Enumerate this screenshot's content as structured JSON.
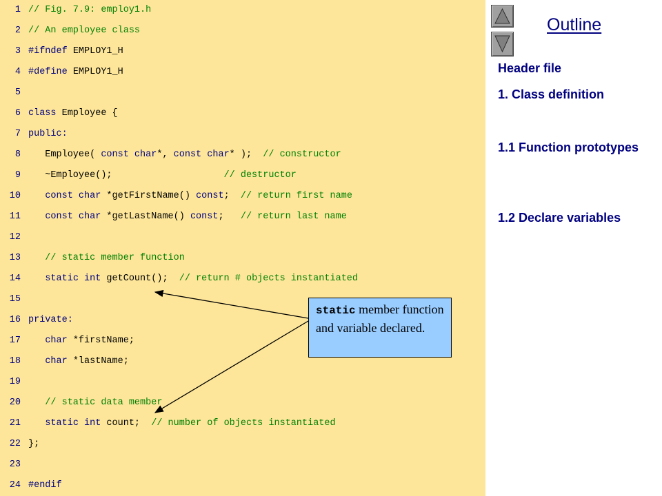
{
  "code": {
    "lines": [
      {
        "num": "1",
        "segments": [
          {
            "t": "// Fig. 7.9: employ1.h",
            "k": "comment"
          }
        ]
      },
      {
        "num": "2",
        "segments": [
          {
            "t": "// An employee class",
            "k": "comment"
          }
        ]
      },
      {
        "num": "3",
        "segments": [
          {
            "t": "#ifndef ",
            "k": "keyword"
          },
          {
            "t": "EMPLOY1_H",
            "k": "plain"
          }
        ]
      },
      {
        "num": "4",
        "segments": [
          {
            "t": "#define ",
            "k": "keyword"
          },
          {
            "t": "EMPLOY1_H",
            "k": "plain"
          }
        ]
      },
      {
        "num": "5",
        "segments": []
      },
      {
        "num": "6",
        "segments": [
          {
            "t": "class ",
            "k": "keyword"
          },
          {
            "t": "Employee {",
            "k": "plain"
          }
        ]
      },
      {
        "num": "7",
        "segments": [
          {
            "t": "public:",
            "k": "keyword"
          }
        ]
      },
      {
        "num": "8",
        "segments": [
          {
            "t": "   Employee( ",
            "k": "plain"
          },
          {
            "t": "const char",
            "k": "keyword"
          },
          {
            "t": "*, ",
            "k": "plain"
          },
          {
            "t": "const char",
            "k": "keyword"
          },
          {
            "t": "* );  ",
            "k": "plain"
          },
          {
            "t": "// constructor",
            "k": "comment"
          }
        ]
      },
      {
        "num": "9",
        "segments": [
          {
            "t": "   ~Employee();                    ",
            "k": "plain"
          },
          {
            "t": "// destructor",
            "k": "comment"
          }
        ]
      },
      {
        "num": "10",
        "segments": [
          {
            "t": "   ",
            "k": "plain"
          },
          {
            "t": "const char",
            "k": "keyword"
          },
          {
            "t": " *getFirstName() ",
            "k": "plain"
          },
          {
            "t": "const",
            "k": "keyword"
          },
          {
            "t": ";  ",
            "k": "plain"
          },
          {
            "t": "// return first name",
            "k": "comment"
          }
        ]
      },
      {
        "num": "11",
        "segments": [
          {
            "t": "   ",
            "k": "plain"
          },
          {
            "t": "const char",
            "k": "keyword"
          },
          {
            "t": " *getLastName() ",
            "k": "plain"
          },
          {
            "t": "const",
            "k": "keyword"
          },
          {
            "t": ";   ",
            "k": "plain"
          },
          {
            "t": "// return last name",
            "k": "comment"
          }
        ]
      },
      {
        "num": "12",
        "segments": []
      },
      {
        "num": "13",
        "segments": [
          {
            "t": "   // static member function",
            "k": "comment"
          }
        ]
      },
      {
        "num": "14",
        "segments": [
          {
            "t": "   ",
            "k": "plain"
          },
          {
            "t": "static int",
            "k": "keyword"
          },
          {
            "t": " getCount();  ",
            "k": "plain"
          },
          {
            "t": "// return # objects instantiated",
            "k": "comment"
          }
        ]
      },
      {
        "num": "15",
        "segments": []
      },
      {
        "num": "16",
        "segments": [
          {
            "t": "private:",
            "k": "keyword"
          }
        ]
      },
      {
        "num": "17",
        "segments": [
          {
            "t": "   ",
            "k": "plain"
          },
          {
            "t": "char",
            "k": "keyword"
          },
          {
            "t": " *firstName;",
            "k": "plain"
          }
        ]
      },
      {
        "num": "18",
        "segments": [
          {
            "t": "   ",
            "k": "plain"
          },
          {
            "t": "char",
            "k": "keyword"
          },
          {
            "t": " *lastName;",
            "k": "plain"
          }
        ]
      },
      {
        "num": "19",
        "segments": []
      },
      {
        "num": "20",
        "segments": [
          {
            "t": "   // static data member",
            "k": "comment"
          }
        ]
      },
      {
        "num": "21",
        "segments": [
          {
            "t": "   ",
            "k": "plain"
          },
          {
            "t": "static int",
            "k": "keyword"
          },
          {
            "t": " count;  ",
            "k": "plain"
          },
          {
            "t": "// number of objects instantiated",
            "k": "comment"
          }
        ]
      },
      {
        "num": "22",
        "segments": [
          {
            "t": "};",
            "k": "plain"
          }
        ]
      },
      {
        "num": "23",
        "segments": []
      },
      {
        "num": "24",
        "segments": [
          {
            "t": "#endif",
            "k": "keyword"
          }
        ]
      }
    ]
  },
  "callout": {
    "keyword": "static",
    "text": " member function and variable declared."
  },
  "outline": {
    "title": "Outline",
    "items": [
      "Header file",
      "1. Class definition",
      "1.1 Function prototypes",
      "1.2 Declare variables"
    ]
  },
  "nav": {
    "up_icon": "triangle-up-icon",
    "down_icon": "triangle-down-icon"
  },
  "colors": {
    "code_background": "#fde69a",
    "comment": "#008000",
    "keyword": "#000080",
    "callout_background": "#99ccff",
    "outline_text": "#000080"
  }
}
